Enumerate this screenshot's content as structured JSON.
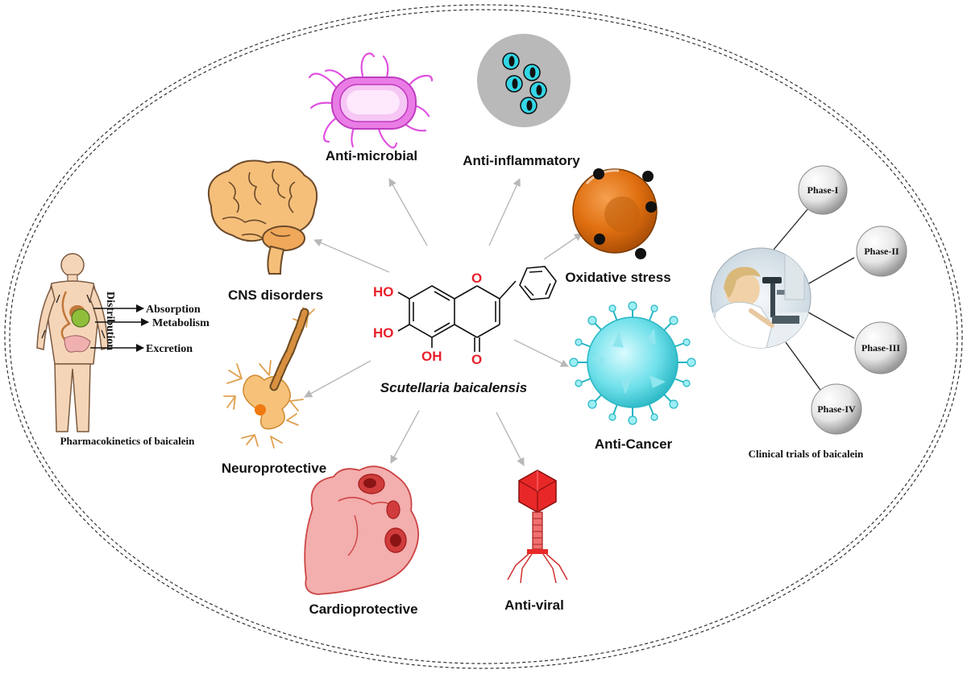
{
  "center": {
    "compound_name": "Scutellaria baicalensis",
    "oh_top": "HO",
    "oh_mid": "HO",
    "oh_bottom": "OH",
    "o_ring": "O",
    "o_carbonyl": "O"
  },
  "activities": {
    "anti_microbial": "Anti-microbial",
    "anti_inflammatory": "Anti-inflammatory",
    "cns_disorders": "CNS disorders",
    "oxidative_stress": "Oxidative stress",
    "neuroprotective": "Neuroprotective",
    "anti_cancer": "Anti-Cancer",
    "cardioprotective": "Cardioprotective",
    "anti_viral": "Anti-viral"
  },
  "pharmacokinetics": {
    "caption": "Pharmacokinetics of baicalein",
    "distribution": "Distribution",
    "absorption": "Absorption",
    "metabolism": "Metabolism",
    "excretion": "Excretion"
  },
  "clinical_trials": {
    "caption": "Clinical trials of baicalein",
    "phases": [
      "Phase-I",
      "Phase-II",
      "Phase-III",
      "Phase-IV"
    ]
  },
  "colors": {
    "heteroatom": "#e8202a",
    "arrow": "#b8b8b8",
    "microbe": "#e050e0",
    "cells": "#33d6e6",
    "oxidative": "#e06f10",
    "neuron": "#f09a2a",
    "cancer": "#5fd8e0",
    "heart": "#f2a8a8",
    "virus": "#e82828"
  }
}
